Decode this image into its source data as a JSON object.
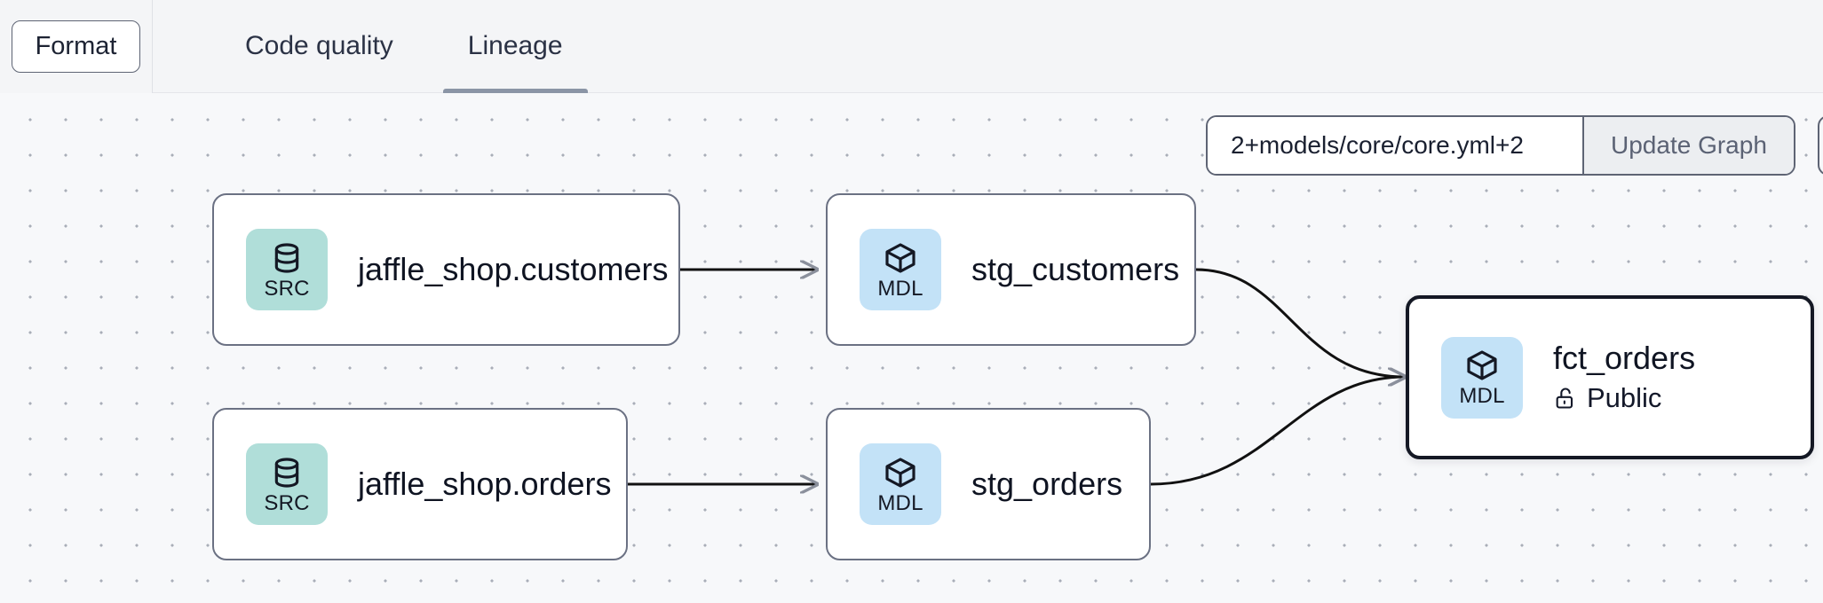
{
  "toolbar": {
    "format_label": "Format",
    "tabs": [
      {
        "label": "Code quality",
        "active": false
      },
      {
        "label": "Lineage",
        "active": true
      }
    ]
  },
  "graph_controls": {
    "selector_value": "2+models/core/core.yml+2",
    "selector_placeholder": "2+models/core/core.yml+2",
    "update_button_label": "Update Graph"
  },
  "lineage": {
    "type": "dag",
    "nodes": [
      {
        "id": "jaffle_shop_customers",
        "title": "jaffle_shop.customers",
        "badge_type": "SRC",
        "badge_icon": "database-icon",
        "badge_color": "#b0ded9",
        "selected": false,
        "subtitle": null,
        "subtitle_icon": null
      },
      {
        "id": "stg_customers",
        "title": "stg_customers",
        "badge_type": "MDL",
        "badge_icon": "cube-icon",
        "badge_color": "#c3e2f7",
        "selected": false,
        "subtitle": null,
        "subtitle_icon": null
      },
      {
        "id": "jaffle_shop_orders",
        "title": "jaffle_shop.orders",
        "badge_type": "SRC",
        "badge_icon": "database-icon",
        "badge_color": "#b0ded9",
        "selected": false,
        "subtitle": null,
        "subtitle_icon": null
      },
      {
        "id": "stg_orders",
        "title": "stg_orders",
        "badge_type": "MDL",
        "badge_icon": "cube-icon",
        "badge_color": "#c3e2f7",
        "selected": false,
        "subtitle": null,
        "subtitle_icon": null
      },
      {
        "id": "fct_orders",
        "title": "fct_orders",
        "badge_type": "MDL",
        "badge_icon": "cube-icon",
        "badge_color": "#c3e2f7",
        "selected": true,
        "subtitle": "Public",
        "subtitle_icon": "unlock-icon"
      }
    ],
    "edges": [
      {
        "from": "jaffle_shop_customers",
        "to": "stg_customers"
      },
      {
        "from": "jaffle_shop_orders",
        "to": "stg_orders"
      },
      {
        "from": "stg_customers",
        "to": "fct_orders"
      },
      {
        "from": "stg_orders",
        "to": "fct_orders"
      }
    ]
  },
  "colors": {
    "canvas_background": "#f7f8fa",
    "grid_dot": "#a9aeb8",
    "node_border": "#6b7183",
    "node_border_selected": "#141824",
    "edge_stroke": "#111111",
    "tab_underline": "#8b95a6",
    "toolbar_background": "#f4f5f7"
  }
}
